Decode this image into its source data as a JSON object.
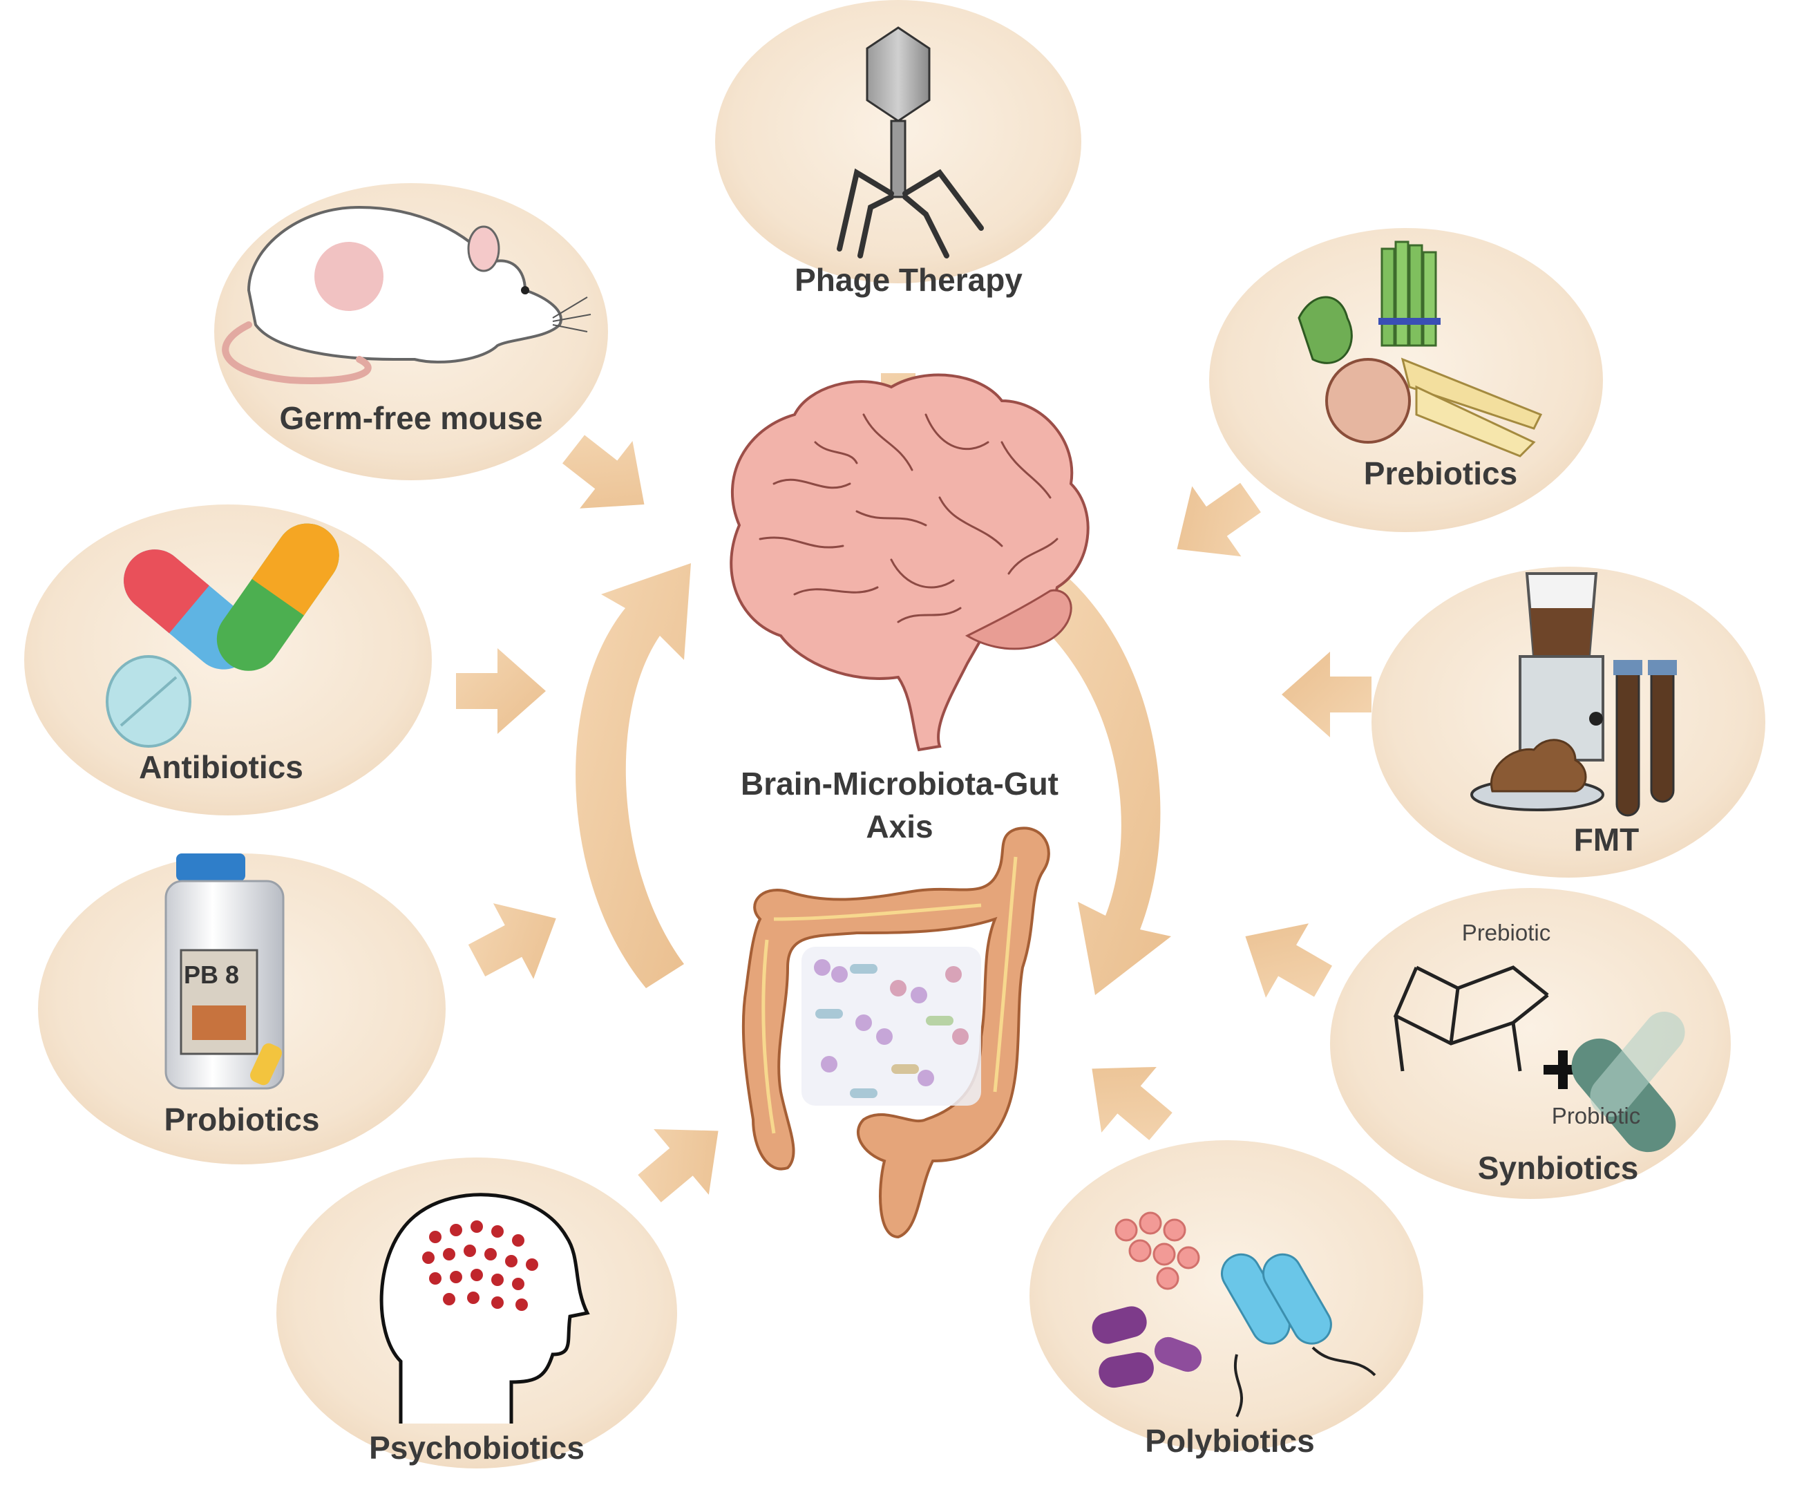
{
  "diagram": {
    "center": {
      "line1": "Brain-Microbiota-Gut",
      "line2": "Axis"
    },
    "nodes": [
      {
        "id": "phage",
        "label": "Phage Therapy",
        "icon": "bacteriophage-icon"
      },
      {
        "id": "germ-free",
        "label": "Germ-free mouse",
        "icon": "mouse-icon"
      },
      {
        "id": "prebiotics",
        "label": "Prebiotics",
        "icon": "vegetables-icon"
      },
      {
        "id": "antibiotics",
        "label": "Antibiotics",
        "icon": "pills-icon"
      },
      {
        "id": "fmt",
        "label": "FMT",
        "icon": "blender-stool-icon"
      },
      {
        "id": "probiotics",
        "label": "Probiotics",
        "icon": "supplement-bottle-icon",
        "bottle_label": "PB 8"
      },
      {
        "id": "synbiotics",
        "label": "Synbiotics",
        "icon": "prebiotic-plus-probiotic-icon",
        "prebiotic_text": "Prebiotic",
        "probiotic_text": "Probiotic",
        "plus": "+"
      },
      {
        "id": "psychobiotics",
        "label": "Psychobiotics",
        "icon": "head-brain-icon"
      },
      {
        "id": "polybiotics",
        "label": "Polybiotics",
        "icon": "bacteria-cluster-icon"
      }
    ]
  },
  "colors": {
    "node_fill": "#f6e6d2",
    "arrow": "#efc99a",
    "text": "#3a3a3a"
  }
}
